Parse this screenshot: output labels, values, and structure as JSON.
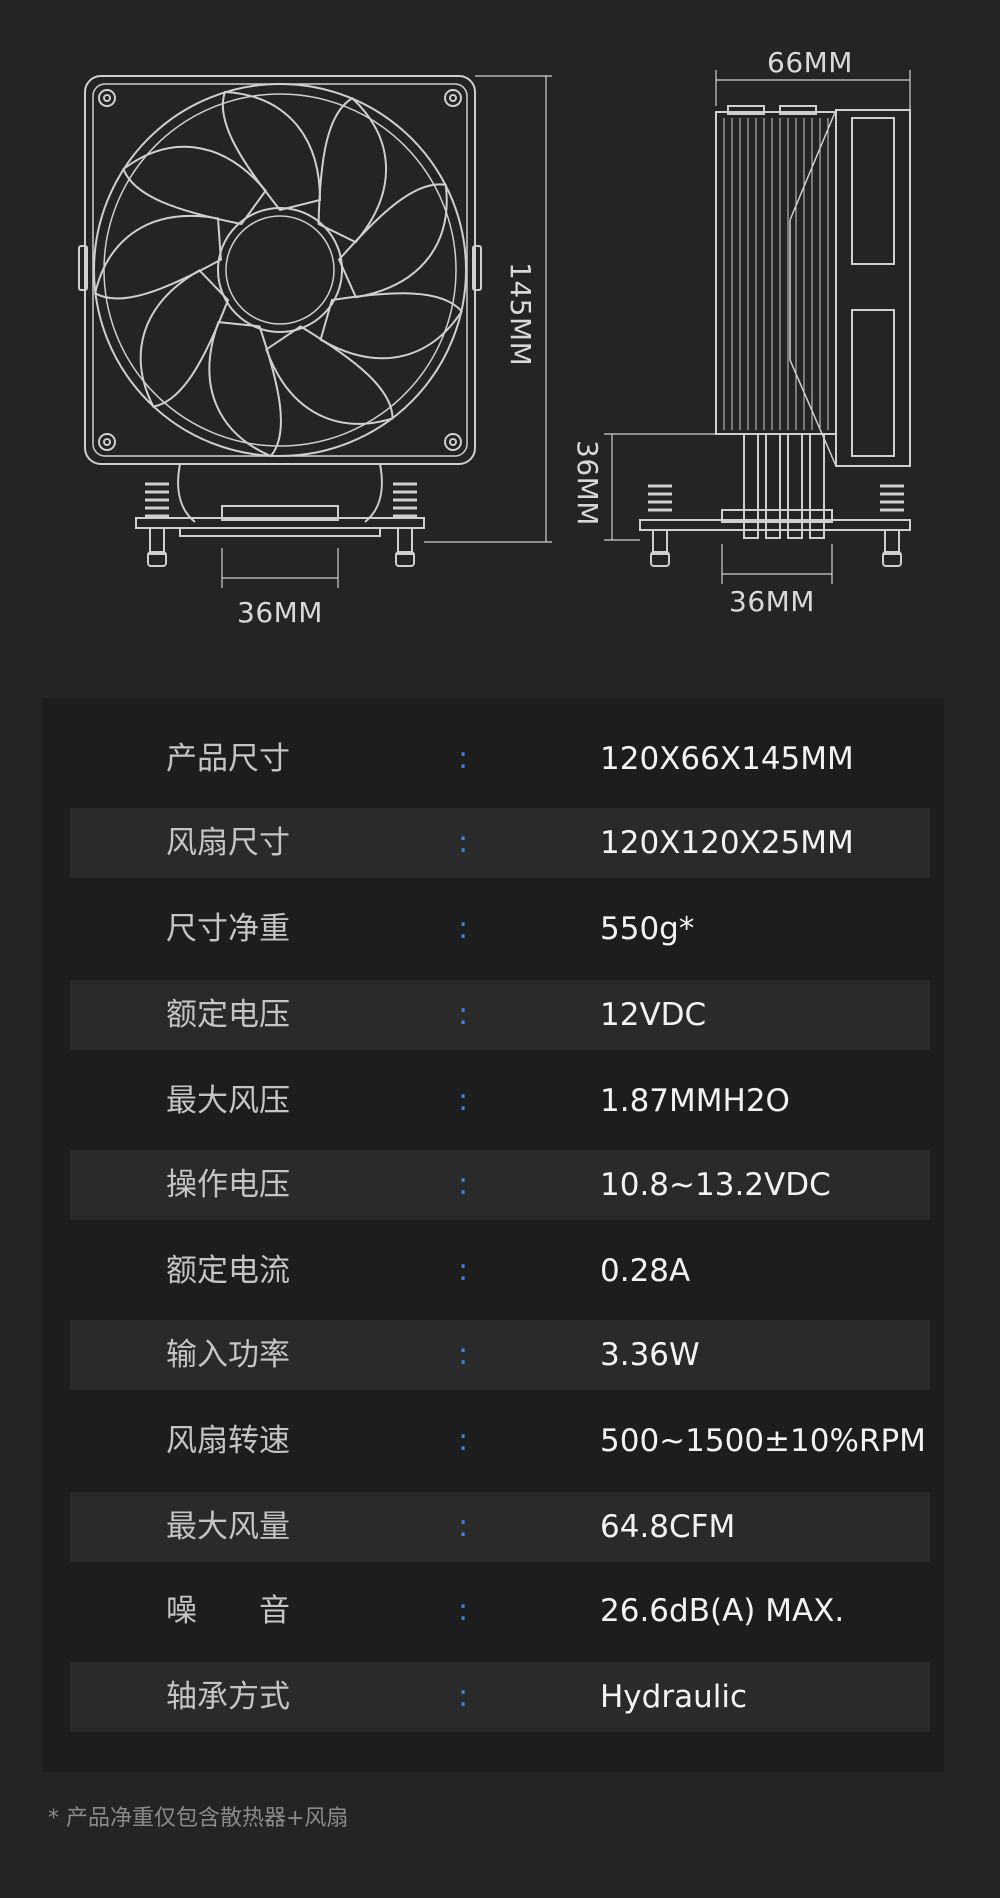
{
  "dimensions": {
    "width_label": "66MM",
    "height_label": "145MM",
    "base_height_label": "36MM",
    "front_base_width_label": "36MM",
    "side_base_width_label": "36MM"
  },
  "specs": [
    {
      "label": "产品尺寸",
      "colon": ":",
      "value": "120X66X145MM"
    },
    {
      "label": "风扇尺寸",
      "colon": ":",
      "value": "120X120X25MM"
    },
    {
      "label": "尺寸净重",
      "colon": ":",
      "value": "550g*"
    },
    {
      "label": "额定电压",
      "colon": ":",
      "value": "12VDC"
    },
    {
      "label": "最大风压",
      "colon": ":",
      "value": "1.87MMH2O"
    },
    {
      "label": "操作电压",
      "colon": ":",
      "value": "10.8~13.2VDC"
    },
    {
      "label": "额定电流",
      "colon": ":",
      "value": "0.28A"
    },
    {
      "label": "输入功率",
      "colon": ":",
      "value": "3.36W"
    },
    {
      "label": "风扇转速",
      "colon": ":",
      "value": "500~1500±10%RPM"
    },
    {
      "label": "最大风量",
      "colon": ":",
      "value": "64.8CFM"
    },
    {
      "label": "噪　　音",
      "colon": ":",
      "value": "26.6dB(A) MAX."
    },
    {
      "label": "轴承方式",
      "colon": ":",
      "value": "Hydraulic"
    }
  ],
  "footnote": "* 产品净重仅包含散热器+风扇",
  "colors": {
    "background": "#242424",
    "panel": "#1d1d1d",
    "row_alt": "#2a2a2a",
    "accent_colon": "#3d7fd6",
    "line_art": "#cfcfcf"
  }
}
